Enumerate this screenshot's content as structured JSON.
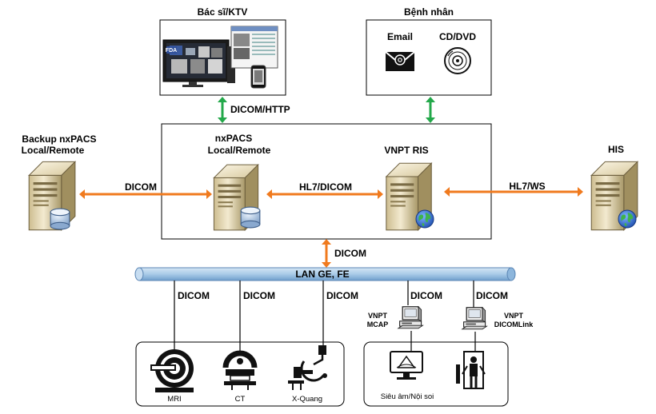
{
  "diagram": {
    "doctor_panel": {
      "title": "Bác sĩ/KTV",
      "fda_badge": "FDA"
    },
    "patient_panel": {
      "title": "Bệnh nhân",
      "email_label": "Email",
      "cd_label": "CD/DVD"
    },
    "backup_pacs": {
      "line1": "Backup nxPACS",
      "line2": "Local/Remote"
    },
    "nxpacs": {
      "line1": "nxPACS",
      "line2": "Local/Remote"
    },
    "ris": {
      "label": "VNPT RIS"
    },
    "his": {
      "label": "HIS"
    },
    "links": {
      "doctor_pacs": "DICOM/HTTP",
      "backup_pacs": "DICOM",
      "pacs_ris": "HL7/DICOM",
      "ris_his": "HL7/WS",
      "center_lan": "DICOM",
      "mri_drop": "DICOM",
      "ct_drop": "DICOM",
      "xray_drop": "DICOM",
      "mcap_drop": "DICOM",
      "dicomlink_drop": "DICOM"
    },
    "lan": {
      "label": "LAN GE, FE"
    },
    "devices": {
      "mri": "MRI",
      "ct": "CT",
      "xray": "X-Quang",
      "ultrasound": "Siêu âm/Nội soi",
      "mcap": {
        "line1": "VNPT",
        "line2": "MCAP"
      },
      "dicomlink": {
        "line1": "VNPT",
        "line2": "DICOMLink"
      }
    },
    "colors": {
      "arrow_orange": "#f07a1e",
      "arrow_green": "#23a84a",
      "lan_blue": "#a9cbe8"
    }
  }
}
